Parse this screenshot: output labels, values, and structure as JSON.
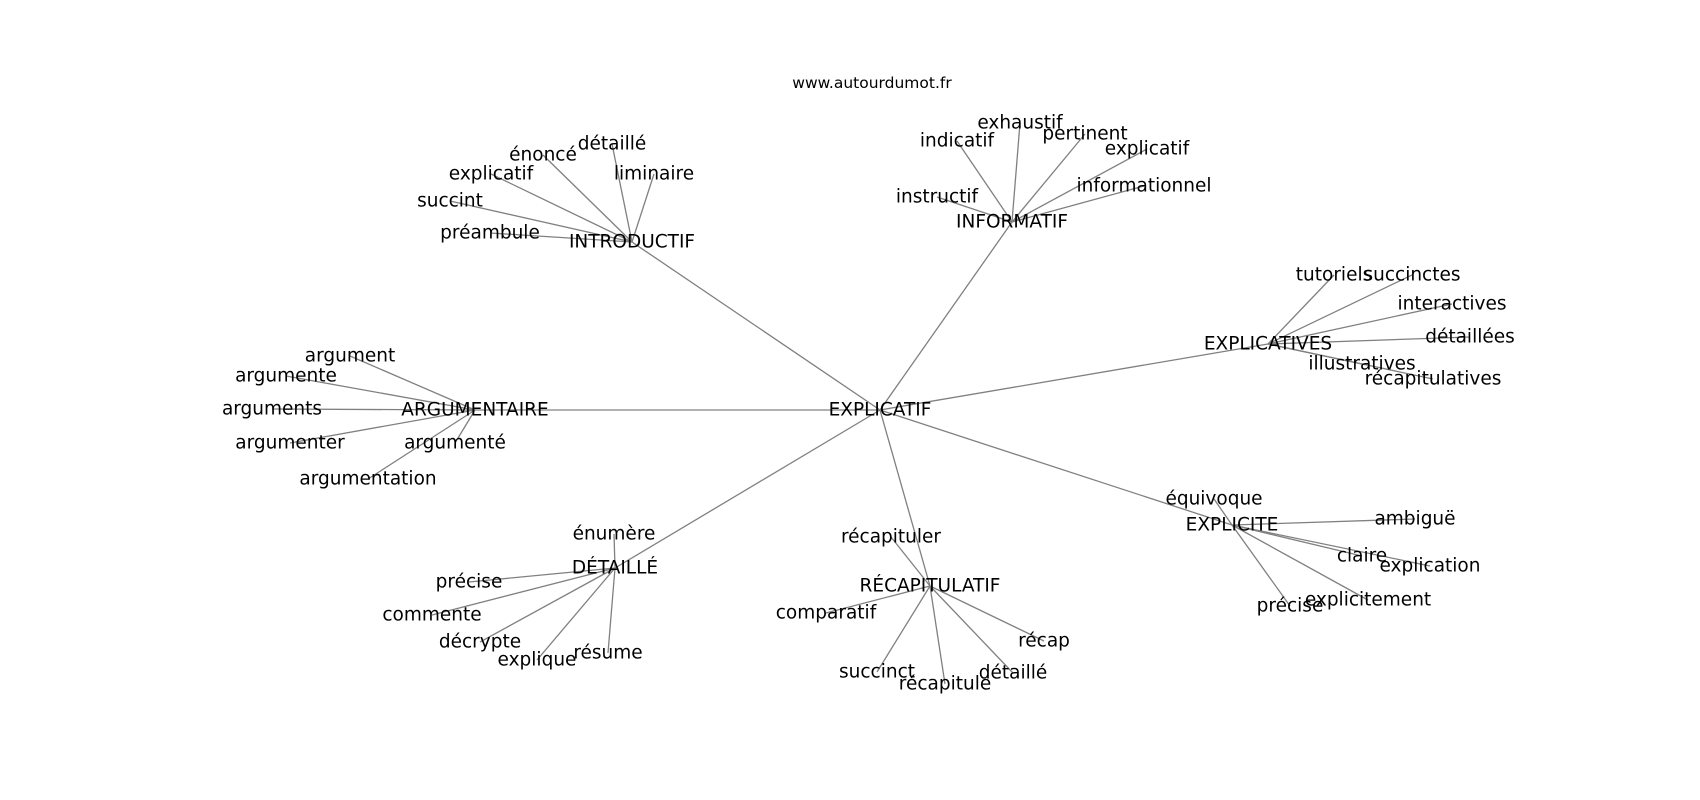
{
  "watermark": "www.autourdumot.fr",
  "center": "EXPLICATIF",
  "hubs": [
    {
      "id": "introductif",
      "label": "INTRODUCTIF",
      "leaves": [
        "énoncé",
        "détaillé",
        "explicatif",
        "liminaire",
        "succint",
        "préambule"
      ]
    },
    {
      "id": "informatif",
      "label": "INFORMATIF",
      "leaves": [
        "exhaustif",
        "indicatif",
        "pertinent",
        "explicatif",
        "instructif",
        "informationnel"
      ]
    },
    {
      "id": "explicatives",
      "label": "EXPLICATIVES",
      "leaves": [
        "tutoriels",
        "succinctes",
        "interactives",
        "détaillées",
        "illustratives",
        "récapitulatives"
      ]
    },
    {
      "id": "argumentaire",
      "label": "ARGUMENTAIRE",
      "leaves": [
        "argument",
        "argumente",
        "arguments",
        "argumenter",
        "argumenté",
        "argumentation"
      ]
    },
    {
      "id": "explicite",
      "label": "EXPLICITE",
      "leaves": [
        "équivoque",
        "ambiguë",
        "claire",
        "explication",
        "explicitement",
        "précise"
      ]
    },
    {
      "id": "detaille",
      "label": "DÉTAILLÉ",
      "leaves": [
        "énumère",
        "précise",
        "commente",
        "décrypte",
        "explique",
        "résume"
      ]
    },
    {
      "id": "recapitulatif",
      "label": "RÉCAPITULATIF",
      "leaves": [
        "récapituler",
        "comparatif",
        "récap",
        "succinct",
        "récapitule",
        "détaillé"
      ]
    }
  ]
}
